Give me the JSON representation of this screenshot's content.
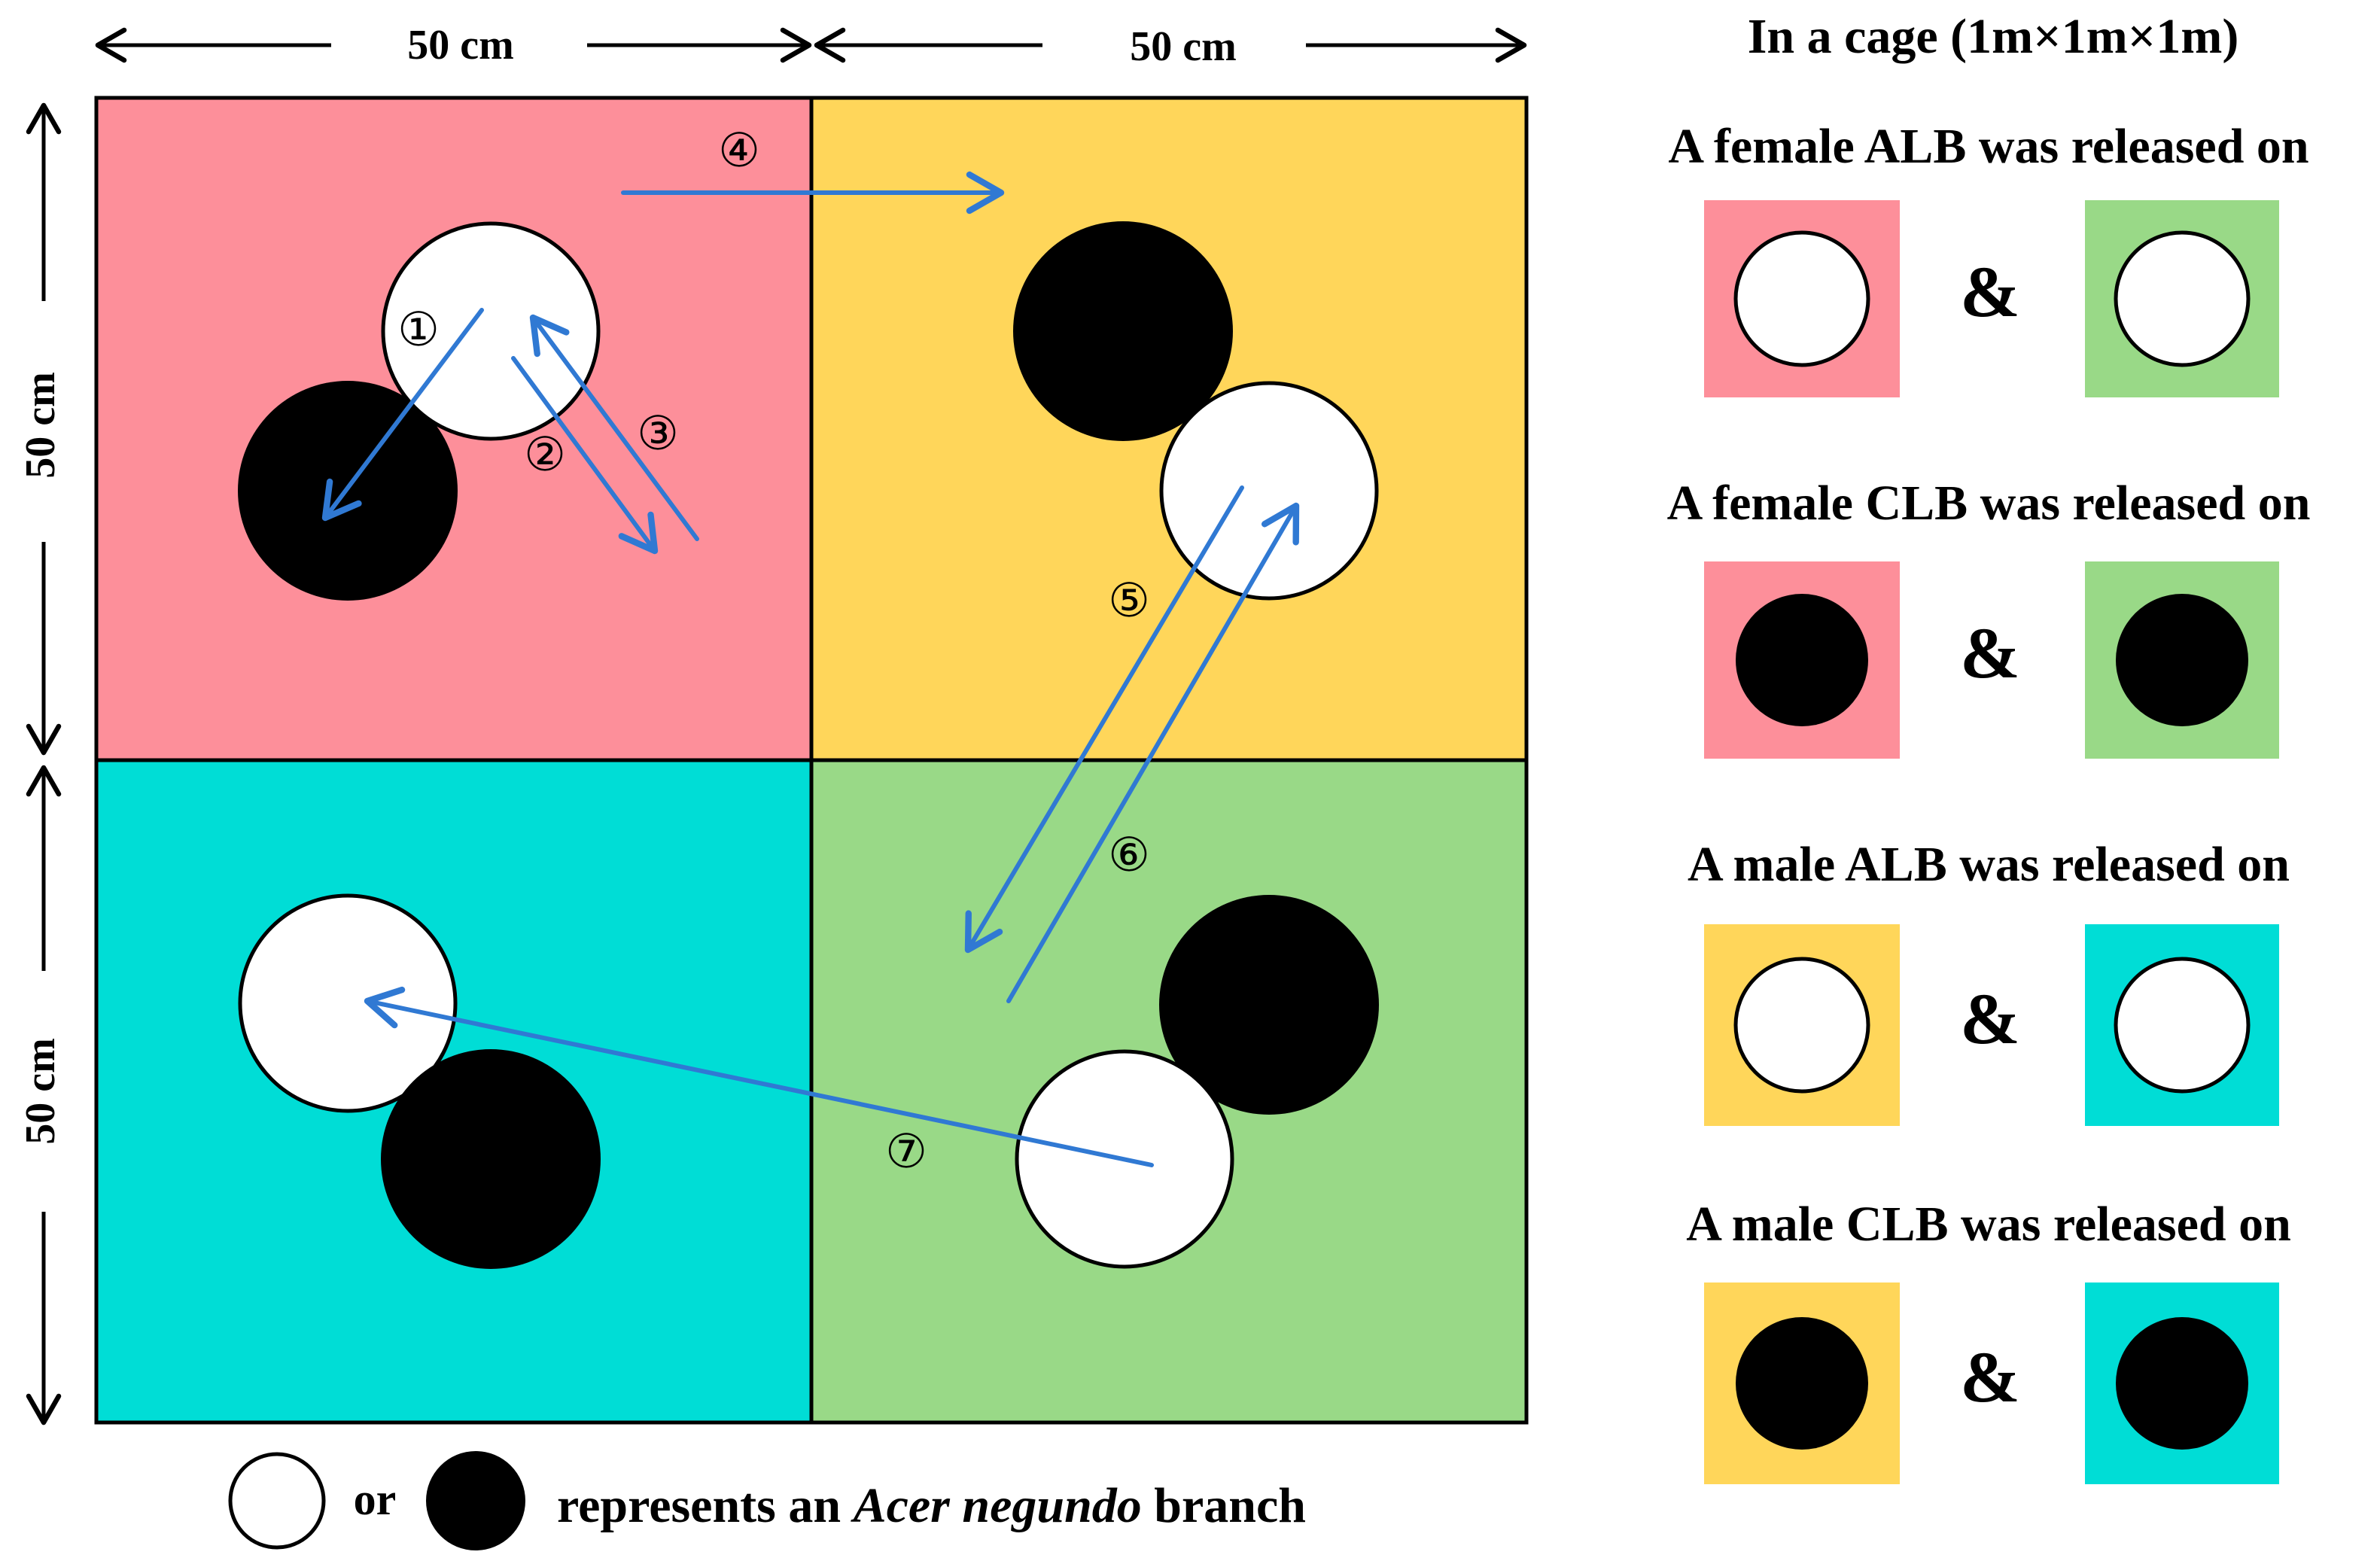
{
  "dimensions": {
    "top_left": "50 cm",
    "top_right": "50 cm",
    "left_top": "50 cm",
    "left_bottom": "50 cm"
  },
  "colors": {
    "pink": "#FD8F9A",
    "yellow": "#FFD65A",
    "cyan": "#00DDD6",
    "green": "#99D987",
    "arrow": "#3079D3"
  },
  "step_labels": [
    "①",
    "②",
    "③",
    "④",
    "⑤",
    "⑥",
    "⑦"
  ],
  "legend_bottom": {
    "or": "or",
    "text_before": "represents an",
    "species": "Acer negundo",
    "text_after": "branch"
  },
  "key": {
    "title": "In a cage (1m×1m×1m)",
    "rows": [
      {
        "label": "A female ALB was released on",
        "amp": "&"
      },
      {
        "label": "A female CLB was released on",
        "amp": "&"
      },
      {
        "label": "A male ALB was released on",
        "amp": "&"
      },
      {
        "label": "A male CLB was released on",
        "amp": "&"
      }
    ]
  }
}
